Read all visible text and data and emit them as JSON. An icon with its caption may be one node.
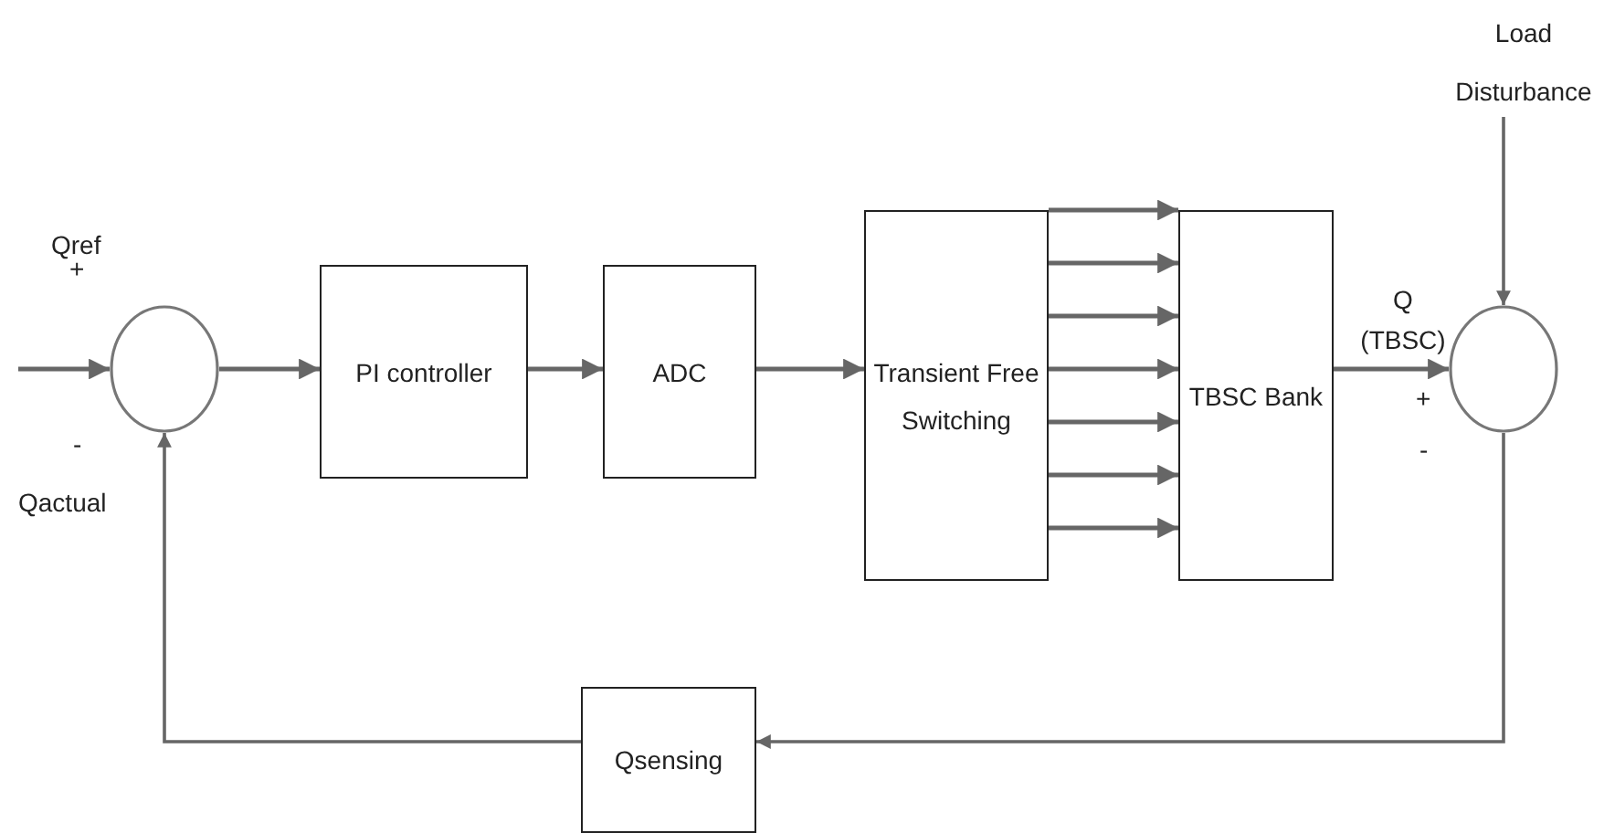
{
  "diagram": {
    "nodes": [
      {
        "text": [],
        "shape": "circle"
      },
      {
        "text": [
          "PI controller"
        ]
      },
      {
        "text": [
          "ADC"
        ]
      },
      {
        "text": [
          "Transient Free Switching"
        ]
      },
      {
        "text": [
          "TBSC Bank"
        ]
      },
      {
        "text": [],
        "shape": "circle"
      },
      {
        "text": [
          "Load Disturbance"
        ]
      },
      {
        "text": [
          "Qsensing"
        ]
      }
    ],
    "edges": [
      {
        "from": null,
        "to": 0,
        "arrow": "to"
      },
      {
        "from": 0,
        "to": 1,
        "arrow": "to"
      },
      {
        "from": 1,
        "to": 2,
        "arrow": "to"
      },
      {
        "from": 2,
        "to": 3,
        "arrow": "to"
      },
      {
        "from": 3,
        "to": 4,
        "arrow": "to"
      },
      {
        "from": 3,
        "to": 4,
        "arrow": "to"
      },
      {
        "from": 3,
        "to": 4,
        "arrow": "to"
      },
      {
        "from": 3,
        "to": 4,
        "arrow": "to"
      },
      {
        "from": 3,
        "to": 4,
        "arrow": "to"
      },
      {
        "from": 3,
        "to": 4,
        "arrow": "to"
      },
      {
        "from": 3,
        "to": 4,
        "arrow": "to"
      },
      {
        "from": 4,
        "to": 5,
        "arrow": "to"
      },
      {
        "from": 6,
        "to": 5,
        "arrow": "to"
      },
      {
        "from": 5,
        "to": 7,
        "arrow": "to"
      },
      {
        "from": 7,
        "to": 0,
        "arrow": "to"
      }
    ],
    "labels": [
      "Qref",
      "+",
      "-",
      "Qactual",
      "Q (TBSC)",
      "+",
      "-"
    ]
  }
}
